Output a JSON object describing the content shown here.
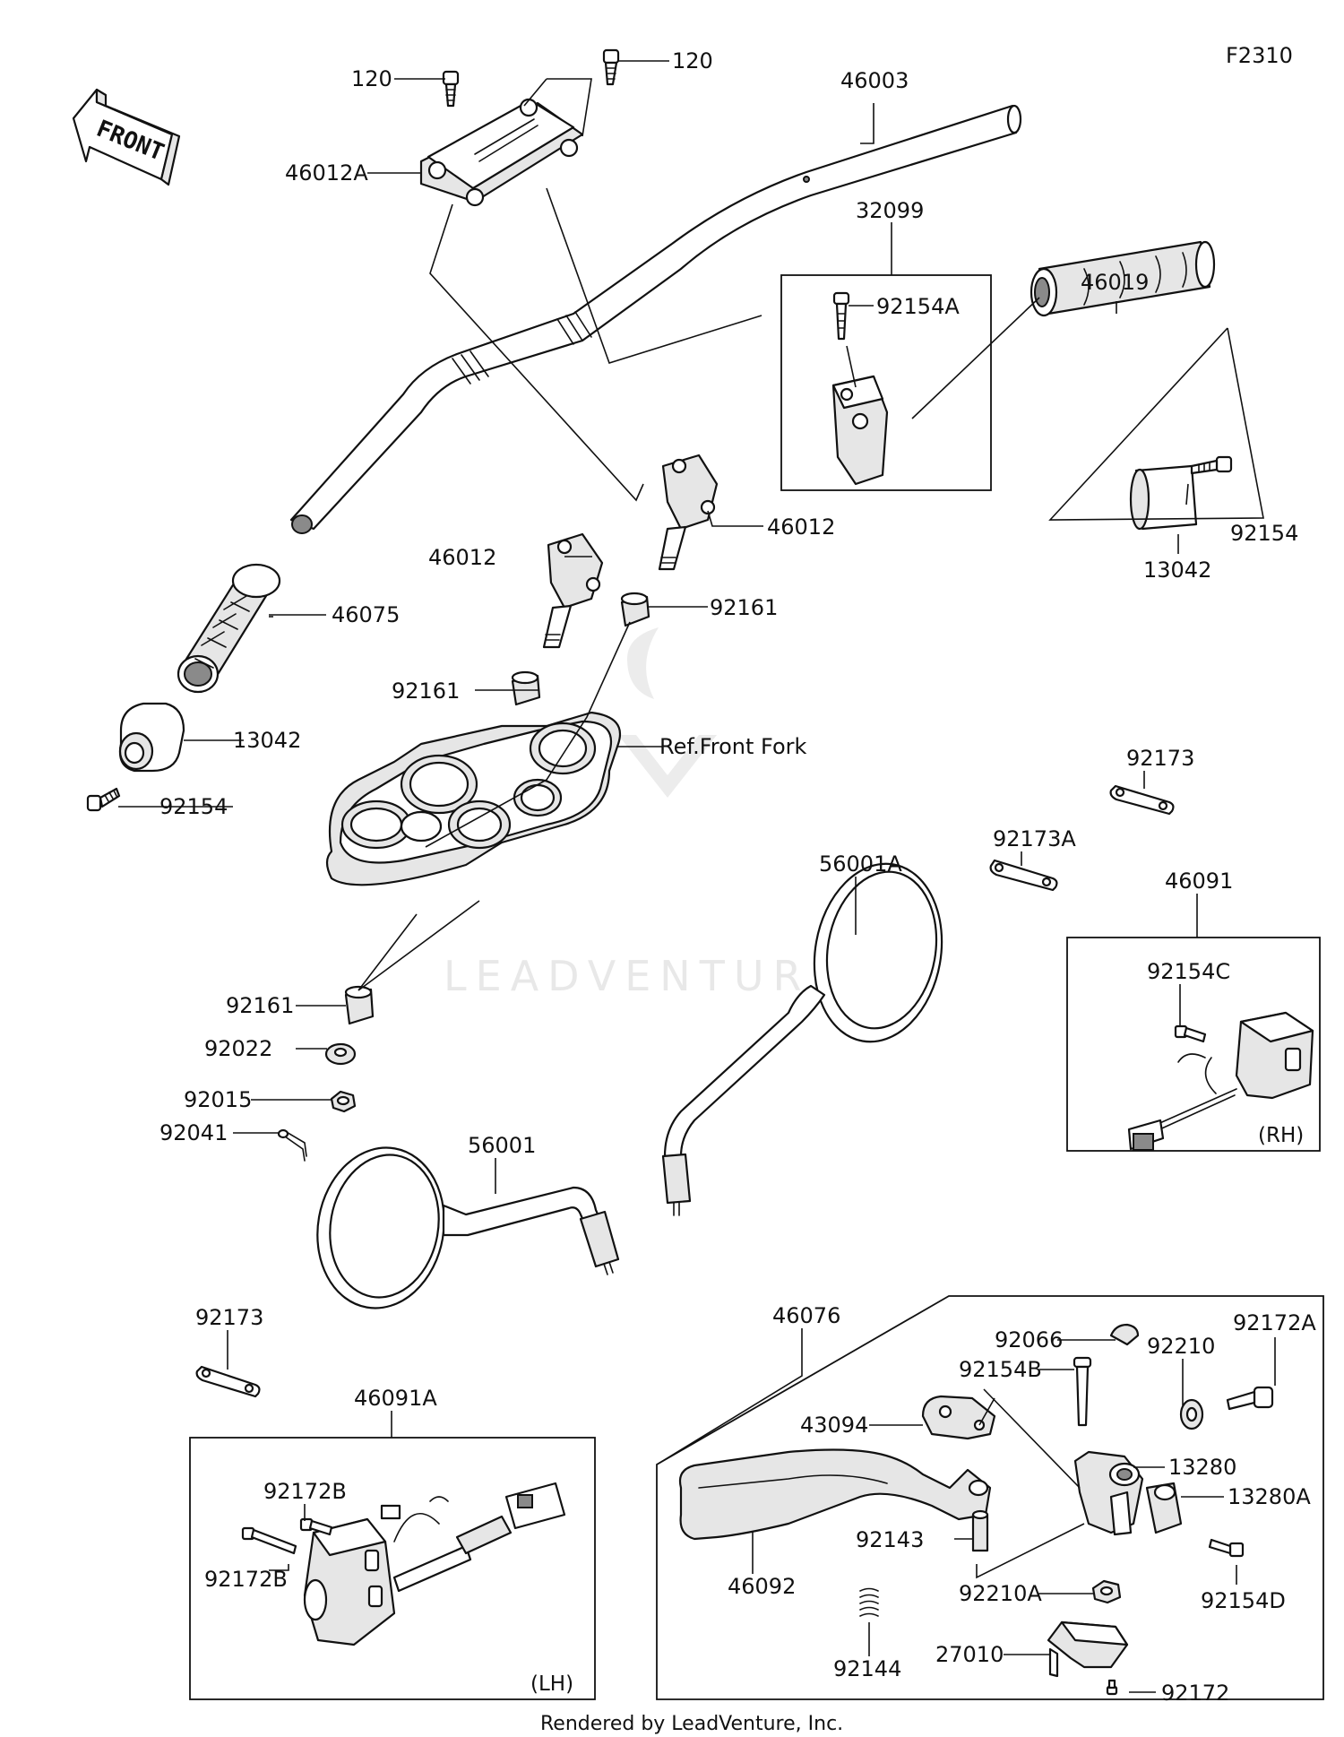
{
  "diagram_code": "F2310",
  "front_label": "FRONT",
  "watermark": "LEADVENTURE",
  "footer": "Rendered by LeadVenture, Inc.",
  "ref_label": "Ref.Front Fork",
  "box_labels": {
    "rh": "(RH)",
    "lh": "(LH)"
  },
  "parts": {
    "p120a": "120",
    "p120b": "120",
    "p46003": "46003",
    "p46012A": "46012A",
    "p32099": "32099",
    "p92154A": "92154A",
    "p46019": "46019",
    "p92154_r": "92154",
    "p13042_r": "13042",
    "p46012_r": "46012",
    "p46012_l": "46012",
    "p92161_a": "92161",
    "p46075": "46075",
    "p92161_b": "92161",
    "p13042_l": "13042",
    "p92154_l": "92154",
    "p92173_r": "92173",
    "p92173A": "92173A",
    "p56001A": "56001A",
    "p46091": "46091",
    "p92154C": "92154C",
    "p92161_c": "92161",
    "p92022": "92022",
    "p92015": "92015",
    "p92041": "92041",
    "p56001": "56001",
    "p92173_l": "92173",
    "p46091A": "46091A",
    "p92172B_a": "92172B",
    "p92172B_b": "92172B",
    "p46076": "46076",
    "p92066": "92066",
    "p92210": "92210",
    "p92172A": "92172A",
    "p92154B": "92154B",
    "p43094": "43094",
    "p13280": "13280",
    "p13280A": "13280A",
    "p92143": "92143",
    "p46092": "46092",
    "p92210A": "92210A",
    "p92154D": "92154D",
    "p27010": "27010",
    "p92144": "92144",
    "p92172": "92172"
  }
}
